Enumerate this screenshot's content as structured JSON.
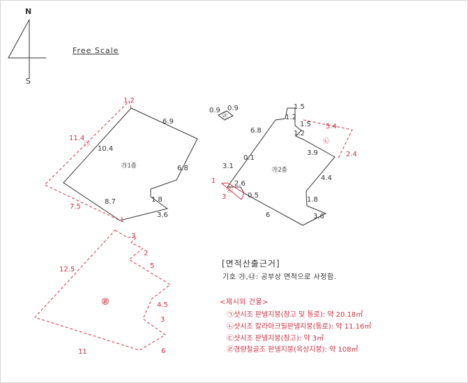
{
  "compass": {
    "north": "N",
    "south": "S"
  },
  "scale_label": "Free Scale",
  "building1": {
    "label": "㉮1층",
    "dims": {
      "top": "6.9",
      "right": "6.8",
      "bottom": "8.7",
      "left": "10.4",
      "step_v": "1.8",
      "step_h": "3.6"
    },
    "annex": {
      "marker": "㉠",
      "top": "1.2",
      "left": "11.4",
      "bottom": "7.5",
      "corner": "1"
    }
  },
  "building2": {
    "label": "㉮2층",
    "small_box": {
      "marker": "㉣",
      "w": "0.9",
      "h": "0.9"
    },
    "dims": {
      "top": "1.5",
      "notch1": "1.2",
      "notch2": "1.5",
      "notch3": "1.2",
      "right": "3.9",
      "right2": "4.4",
      "step_v": "1.8",
      "step_h": "3.6",
      "bottom": "6",
      "left_upper": "6.8",
      "left_inner": "0.1",
      "left_lower": "3.1",
      "step_in": "2.6",
      "step_in2": "0.5"
    },
    "annex_c": {
      "marker": "㉢",
      "w": "1",
      "h": "3"
    },
    "annex_b": {
      "marker": "㉡",
      "w": "5.4",
      "h": "2.4"
    }
  },
  "building3": {
    "marker": "㉣",
    "dims": {
      "top": "3",
      "s1": "2",
      "s2": "5",
      "s3": "4.5",
      "s4": "3",
      "s5": "6",
      "bottom": "11",
      "left": "12.5"
    }
  },
  "section_title": "[면적산출근거]",
  "basis_note": "기호 ㉮,㉯: 공부상 면적으로 사정함.",
  "extra": {
    "heading": "<제시외 건물>",
    "items": [
      "㉠샷시조 판넬지붕(창고 및 통로): 약 20.18㎡",
      "㉡샷시조 칼라아크릴판넬지붕(통로): 약 11.16㎡",
      "㉢샷시조 판넬지붕(창고): 약 3㎡",
      "㉣경량철골조 판넬지붕(옥상지붕): 약 108㎡"
    ]
  },
  "colors": {
    "line": "#333333",
    "extra": "#cc3344"
  }
}
